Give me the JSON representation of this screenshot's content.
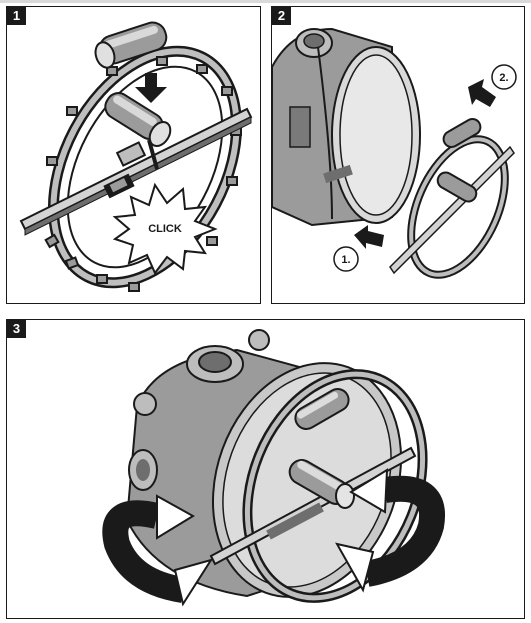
{
  "steps": [
    {
      "number": "1",
      "callout": "CLICK"
    },
    {
      "number": "2",
      "order_labels": [
        "1.",
        "2."
      ]
    },
    {
      "number": "3"
    }
  ],
  "colors": {
    "ink": "#1a1a1a",
    "body_gray": "#9b9b9b",
    "dark_gray": "#6e6e6e",
    "light_gray": "#d3d3d3",
    "cap_gray": "#bdbdbd"
  }
}
